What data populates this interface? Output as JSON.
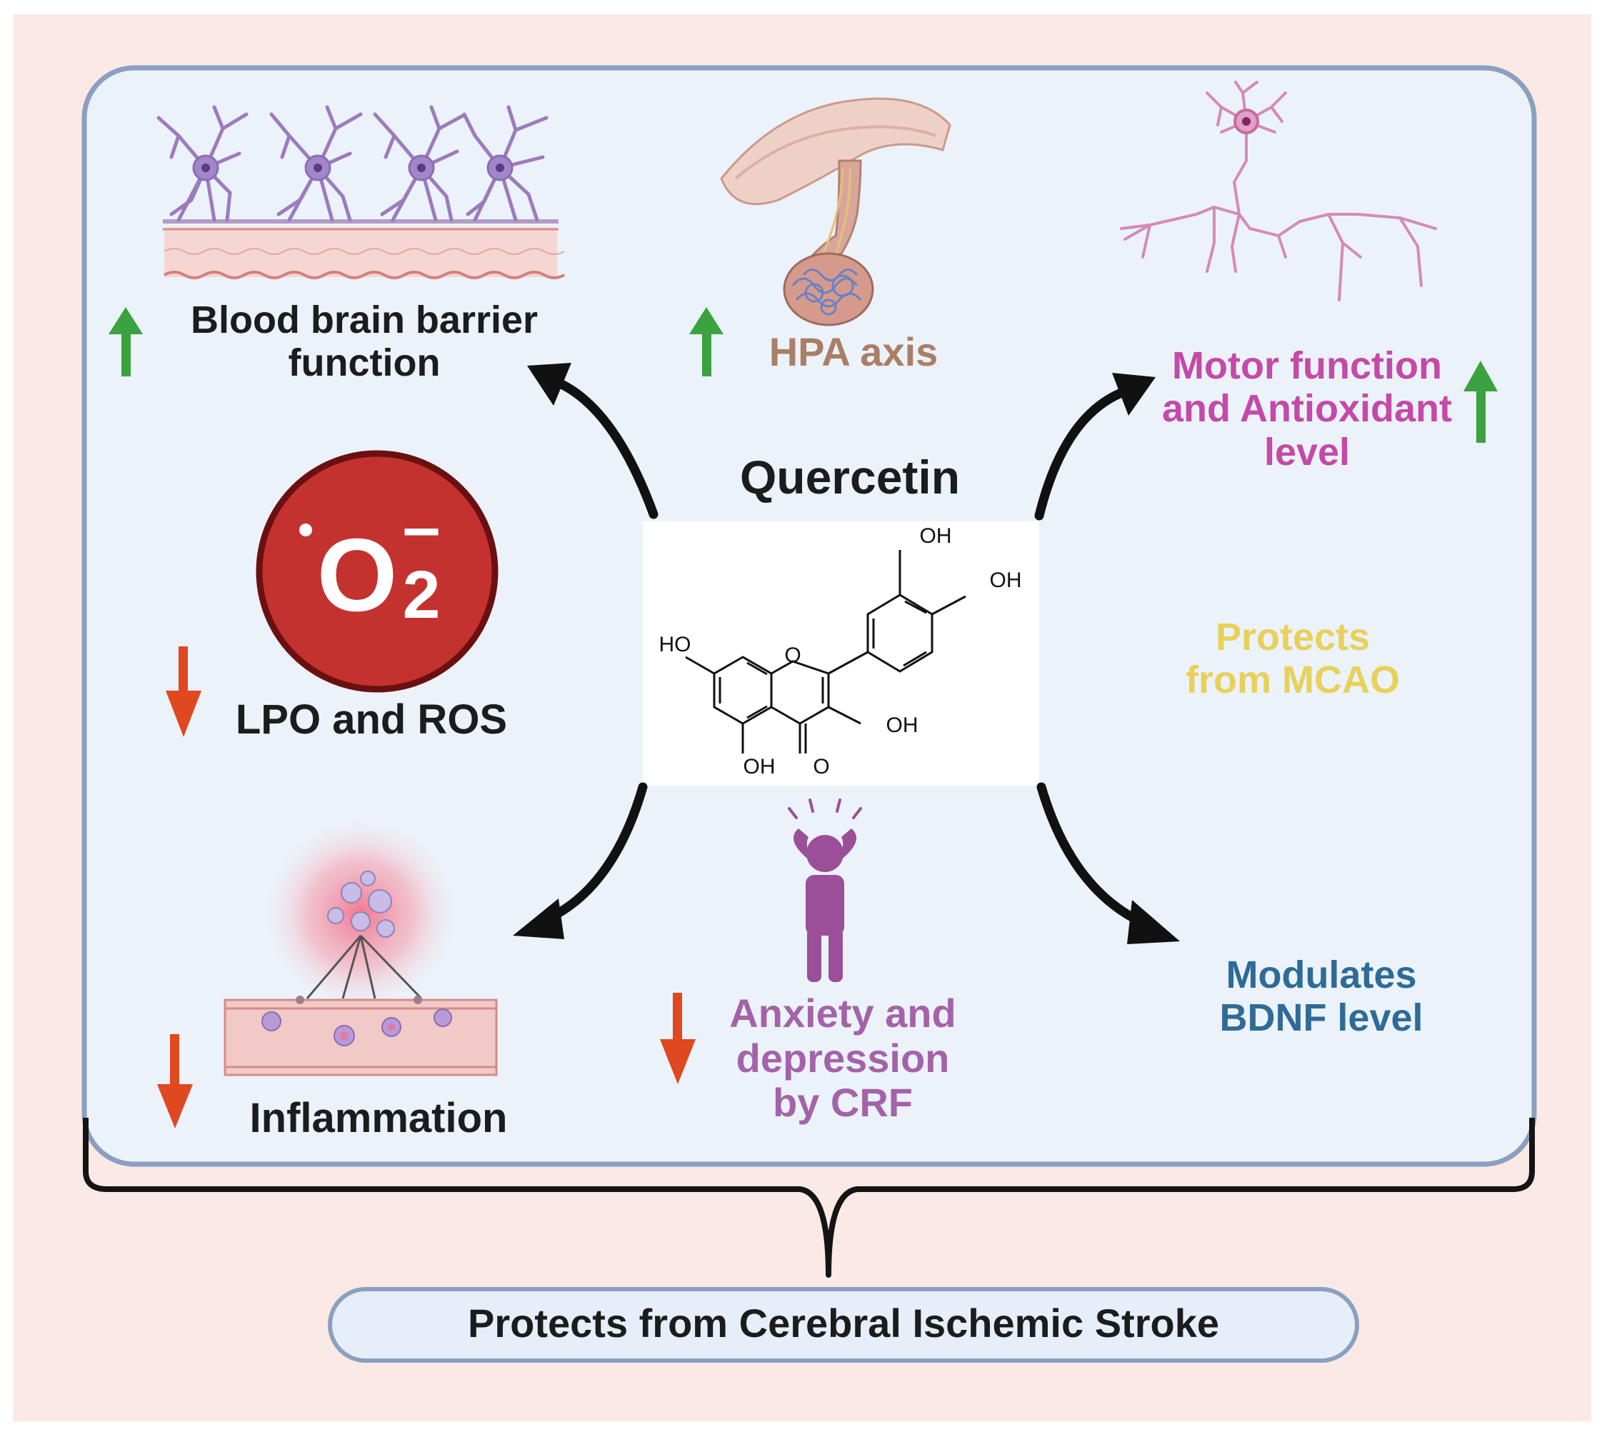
{
  "colors": {
    "background": "#fbe9e6",
    "panel": "#ebf2fa",
    "panel_border": "#7f93b3",
    "arrow": "#111111",
    "up_arrow": "#3aa23f",
    "down_arrow": "#e0481f",
    "ros_circle": "#c3322f",
    "hpa_text": "#a97f66",
    "motor_text": "#c449a8",
    "mcao_text": "#e8d15a",
    "bdnf_text": "#2e6b97",
    "anxiety_text": "#a463a8",
    "person": "#9a4f98"
  },
  "title": "Quercetin",
  "molecule": {
    "labels": [
      "OH",
      "OH",
      "HO",
      "O",
      "OH",
      "OH",
      "O"
    ]
  },
  "ros_symbol": {
    "letter": "O",
    "subscript": "2",
    "superscript": "–"
  },
  "effects": [
    {
      "id": "bbb",
      "direction": "up",
      "lines": [
        "Blood brain barrier",
        "function"
      ]
    },
    {
      "id": "hpa",
      "direction": "up",
      "lines": [
        "HPA axis"
      ]
    },
    {
      "id": "motor",
      "direction": "up",
      "lines": [
        "Motor function",
        "and Antioxidant",
        "level"
      ]
    },
    {
      "id": "lpo",
      "direction": "down",
      "lines": [
        "LPO and ROS"
      ]
    },
    {
      "id": "mcao",
      "direction": "none",
      "lines": [
        "Protects",
        "from MCAO"
      ]
    },
    {
      "id": "inflammation",
      "direction": "down",
      "lines": [
        "Inflammation"
      ]
    },
    {
      "id": "anxiety",
      "direction": "down",
      "lines": [
        "Anxiety and",
        "depression",
        "by CRF"
      ]
    },
    {
      "id": "bdnf",
      "direction": "none",
      "lines": [
        "Modulates",
        "BDNF level"
      ]
    }
  ],
  "conclusion": "Protects from Cerebral Ischemic Stroke",
  "icons": [
    "astrocyte-barrier-icon",
    "pituitary-icon",
    "neuron-icon",
    "superoxide-icon",
    "inflammation-vessel-icon",
    "anxious-person-icon",
    "quercetin-structure-icon"
  ]
}
